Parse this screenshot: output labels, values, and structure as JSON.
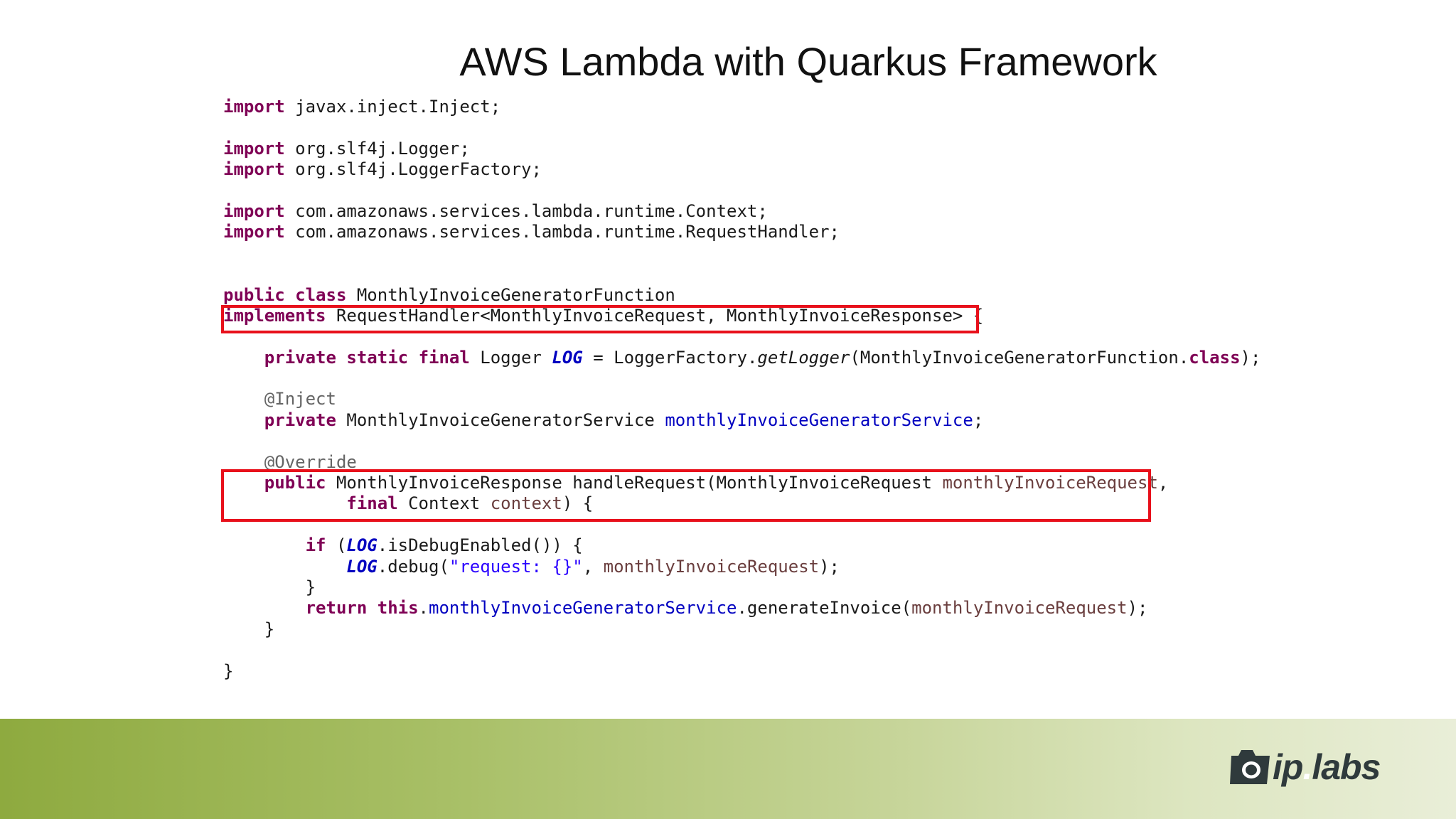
{
  "slide": {
    "title": "AWS Lambda with Quarkus Framework"
  },
  "code": {
    "lines": [
      [
        {
          "t": "import",
          "c": "kw"
        },
        {
          "t": " javax.inject.Inject;",
          "c": "plain"
        }
      ],
      [],
      [
        {
          "t": "import",
          "c": "kw"
        },
        {
          "t": " org.slf4j.Logger;",
          "c": "plain"
        }
      ],
      [
        {
          "t": "import",
          "c": "kw"
        },
        {
          "t": " org.slf4j.LoggerFactory;",
          "c": "plain"
        }
      ],
      [],
      [
        {
          "t": "import",
          "c": "kw"
        },
        {
          "t": " com.amazonaws.services.lambda.runtime.Context;",
          "c": "plain"
        }
      ],
      [
        {
          "t": "import",
          "c": "kw"
        },
        {
          "t": " com.amazonaws.services.lambda.runtime.RequestHandler;",
          "c": "plain"
        }
      ],
      [],
      [],
      [
        {
          "t": "public",
          "c": "kw"
        },
        {
          "t": " ",
          "c": "plain"
        },
        {
          "t": "class",
          "c": "kw"
        },
        {
          "t": " MonthlyInvoiceGeneratorFunction",
          "c": "plain"
        }
      ],
      [
        {
          "t": "implements",
          "c": "kw"
        },
        {
          "t": " RequestHandler<MonthlyInvoiceRequest, MonthlyInvoiceResponse> {",
          "c": "plain"
        }
      ],
      [],
      [
        {
          "t": "    ",
          "c": "plain"
        },
        {
          "t": "private",
          "c": "kw"
        },
        {
          "t": " ",
          "c": "plain"
        },
        {
          "t": "static",
          "c": "kw"
        },
        {
          "t": " ",
          "c": "plain"
        },
        {
          "t": "final",
          "c": "kw"
        },
        {
          "t": " Logger ",
          "c": "plain"
        },
        {
          "t": "LOG",
          "c": "static"
        },
        {
          "t": " = LoggerFactory.",
          "c": "plain"
        },
        {
          "t": "getLogger",
          "c": "italic"
        },
        {
          "t": "(MonthlyInvoiceGeneratorFunction.",
          "c": "plain"
        },
        {
          "t": "class",
          "c": "kw"
        },
        {
          "t": ");",
          "c": "plain"
        }
      ],
      [],
      [
        {
          "t": "    ",
          "c": "plain"
        },
        {
          "t": "@Inject",
          "c": "ann"
        }
      ],
      [
        {
          "t": "    ",
          "c": "plain"
        },
        {
          "t": "private",
          "c": "kw"
        },
        {
          "t": " MonthlyInvoiceGeneratorService ",
          "c": "plain"
        },
        {
          "t": "monthlyInvoiceGeneratorService",
          "c": "field"
        },
        {
          "t": ";",
          "c": "plain"
        }
      ],
      [],
      [
        {
          "t": "    ",
          "c": "plain"
        },
        {
          "t": "@Override",
          "c": "ann"
        }
      ],
      [
        {
          "t": "    ",
          "c": "plain"
        },
        {
          "t": "public",
          "c": "kw"
        },
        {
          "t": " MonthlyInvoiceResponse handleRequest(MonthlyInvoiceRequest ",
          "c": "plain"
        },
        {
          "t": "monthlyInvoiceRequest",
          "c": "param"
        },
        {
          "t": ",",
          "c": "plain"
        }
      ],
      [
        {
          "t": "            ",
          "c": "plain"
        },
        {
          "t": "final",
          "c": "kw"
        },
        {
          "t": " Context ",
          "c": "plain"
        },
        {
          "t": "context",
          "c": "param"
        },
        {
          "t": ") {",
          "c": "plain"
        }
      ],
      [],
      [
        {
          "t": "        ",
          "c": "plain"
        },
        {
          "t": "if",
          "c": "kw"
        },
        {
          "t": " (",
          "c": "plain"
        },
        {
          "t": "LOG",
          "c": "static"
        },
        {
          "t": ".isDebugEnabled()) {",
          "c": "plain"
        }
      ],
      [
        {
          "t": "            ",
          "c": "plain"
        },
        {
          "t": "LOG",
          "c": "static"
        },
        {
          "t": ".debug(",
          "c": "plain"
        },
        {
          "t": "\"request: {}\"",
          "c": "str"
        },
        {
          "t": ", ",
          "c": "plain"
        },
        {
          "t": "monthlyInvoiceRequest",
          "c": "param"
        },
        {
          "t": ");",
          "c": "plain"
        }
      ],
      [
        {
          "t": "        }",
          "c": "plain"
        }
      ],
      [
        {
          "t": "        ",
          "c": "plain"
        },
        {
          "t": "return",
          "c": "kw"
        },
        {
          "t": " ",
          "c": "plain"
        },
        {
          "t": "this",
          "c": "kw"
        },
        {
          "t": ".",
          "c": "plain"
        },
        {
          "t": "monthlyInvoiceGeneratorService",
          "c": "field"
        },
        {
          "t": ".generateInvoice(",
          "c": "plain"
        },
        {
          "t": "monthlyInvoiceRequest",
          "c": "param"
        },
        {
          "t": ");",
          "c": "plain"
        }
      ],
      [
        {
          "t": "    }",
          "c": "plain"
        }
      ],
      [],
      [
        {
          "t": "}",
          "c": "plain"
        }
      ]
    ]
  },
  "footer": {
    "logo_text_main": "ip",
    "logo_text_dot": ".",
    "logo_text_end": "labs",
    "logo_icon": "camera-icon"
  },
  "colors": {
    "highlight_border": "#e8101b",
    "keyword": "#7f0055",
    "field": "#0000c0",
    "parameter": "#6a3e3e",
    "annotation": "#646464",
    "string": "#2a00ff"
  }
}
